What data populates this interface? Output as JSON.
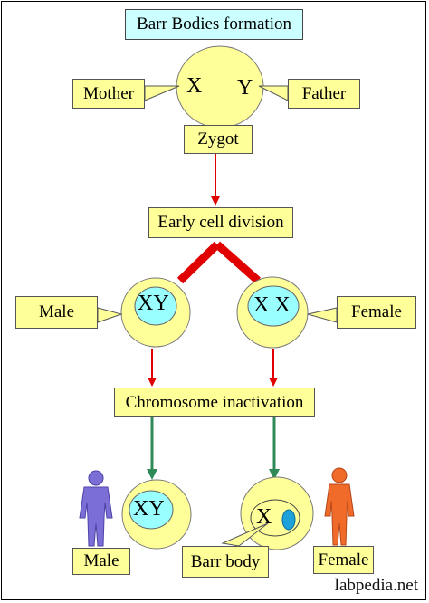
{
  "title": "Barr Bodies formation",
  "zygote": {
    "left_letter": "X",
    "right_letter": "Y",
    "label": "Zygot"
  },
  "parents": {
    "mother": "Mother",
    "father": "Father"
  },
  "division": "Early cell division",
  "male_cell": {
    "label": "Male",
    "chromosomes": "XY"
  },
  "female_cell": {
    "label": "Female",
    "chromosomes": "X X"
  },
  "inactivation": "Chromosome inactivation",
  "result_male": {
    "label": "Male",
    "chromosomes": "XY"
  },
  "result_female": {
    "label": "Female",
    "chromosome": "X",
    "barr_label": "Barr body"
  },
  "watermark": "labpedia.net",
  "colors": {
    "cell_fill": "#ffff99",
    "nucleus_fill": "#99ffff",
    "arrow_red": "#e00000",
    "arrow_green": "#2e8b57",
    "male_figure": "#7b6fd6",
    "female_figure": "#f06a2a",
    "barr_body": "#1ea0d8"
  }
}
